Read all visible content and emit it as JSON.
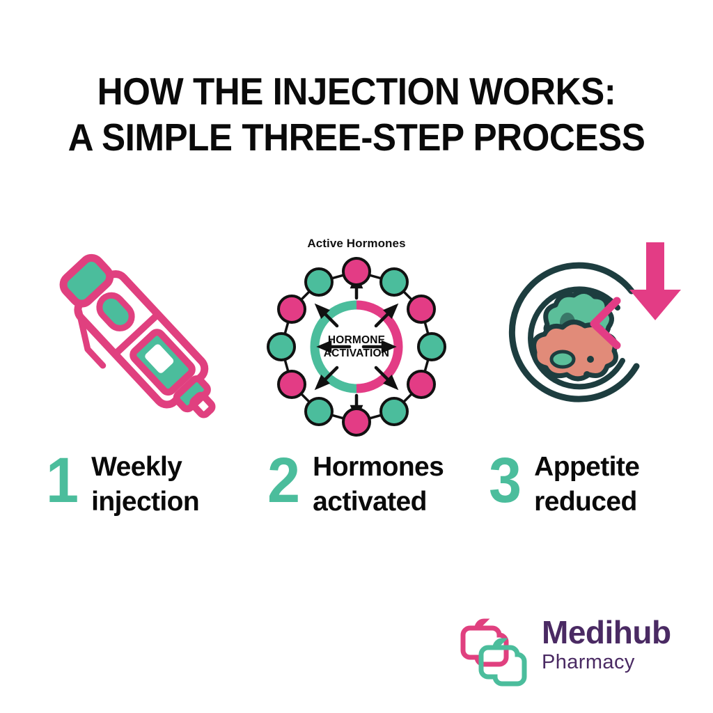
{
  "page": {
    "background_color": "#ffffff",
    "accent_pink": "#E33C85",
    "accent_teal": "#4BBD9C",
    "dark_teal": "#1D3D3F",
    "brand_purple": "#4A2A63",
    "coral": "#E08A78"
  },
  "title": {
    "line1": "HOW THE INJECTION WORKS:",
    "line2": "A SIMPLE THREE-STEP PROCESS"
  },
  "icons": {
    "pen": {
      "name": "injection-pen-illustration",
      "outline_color": "#E0407F",
      "accent_color": "#4BBD9C"
    },
    "hormone": {
      "label": "Active Hormones",
      "ring_text_line1": "HORMONE",
      "ring_text_line2": "ACTIVATION",
      "node_count": 12,
      "node_colors": [
        "#E33C85",
        "#4BBD9C"
      ],
      "arrow_count": 8,
      "ring_left_color": "#4BBD9C",
      "ring_right_color": "#E33C85"
    },
    "appetite": {
      "name": "appetite-reduced-illustration",
      "arc_color": "#1D3D3F",
      "arrow_color": "#E33C85",
      "chevron_color": "#E33C85",
      "food_top_color": "#5CBF9A",
      "food_bottom_color": "#E18B79"
    }
  },
  "steps": [
    {
      "number": "1",
      "line1": "Weekly",
      "line2": "injection"
    },
    {
      "number": "2",
      "line1": "Hormones",
      "line2": "activated"
    },
    {
      "number": "3",
      "line1": "Appetite",
      "line2": "reduced"
    }
  ],
  "logo": {
    "name": "Medihub",
    "subtitle": "Pharmacy",
    "cross_pink": "#E0407F",
    "cross_teal": "#4BBD9C"
  }
}
